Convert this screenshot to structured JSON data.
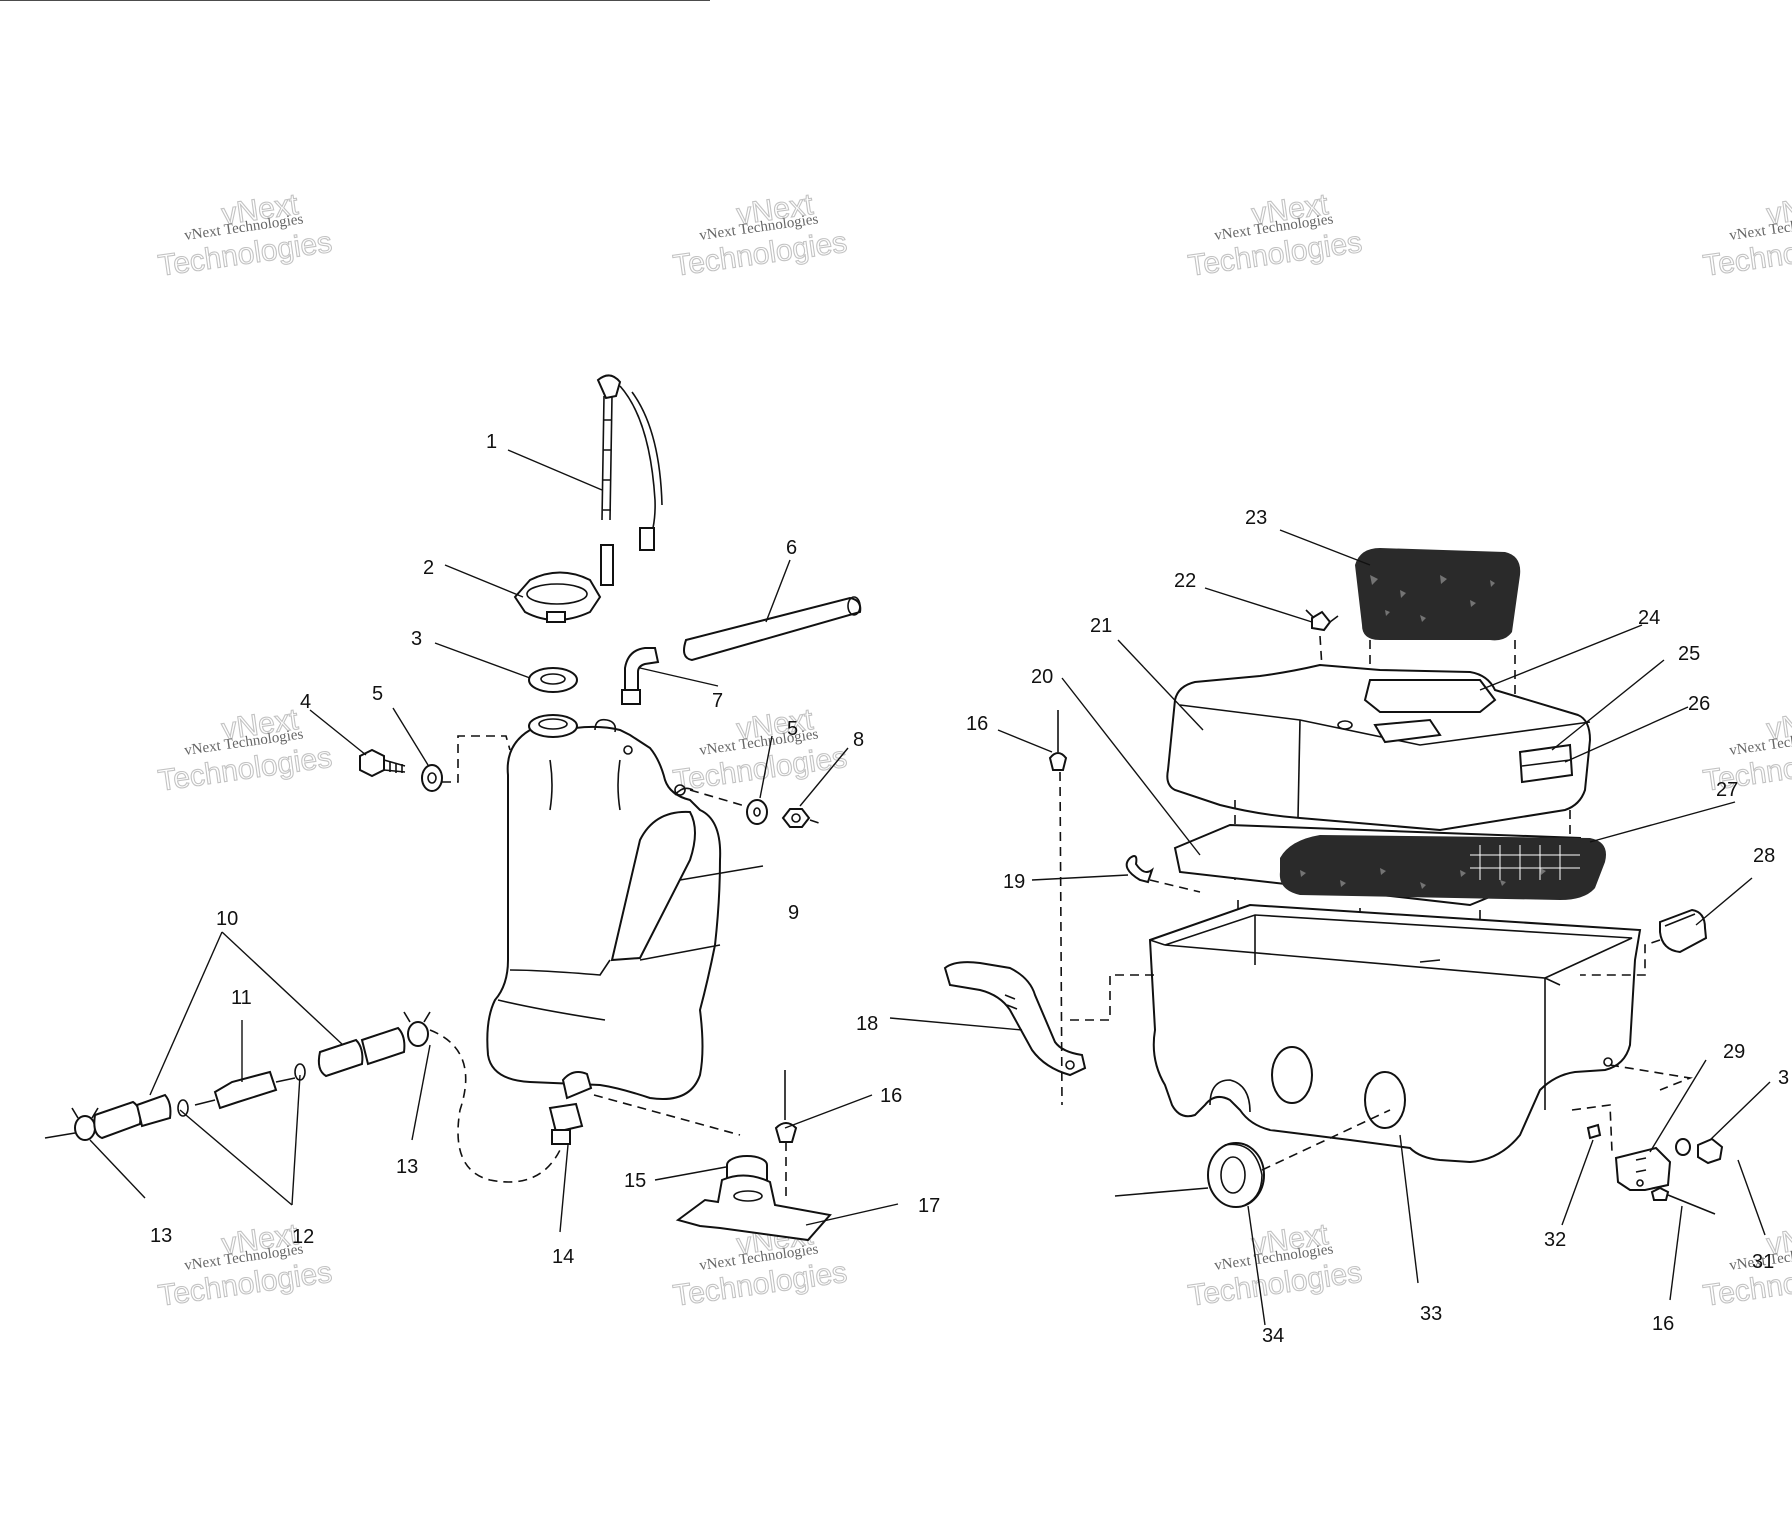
{
  "watermark": {
    "line1": "vNext Technologies",
    "line2a": "vNext",
    "line2b": "Technologies"
  },
  "callouts": {
    "c1": "1",
    "c2": "2",
    "c3": "3",
    "c4": "4",
    "c5a": "5",
    "c5b": "5",
    "c6": "6",
    "c7": "7",
    "c8": "8",
    "c9": "9",
    "c10": "10",
    "c11": "11",
    "c12": "12",
    "c13a": "13",
    "c13b": "13",
    "c14": "14",
    "c15": "15",
    "c16a": "16",
    "c16b": "16",
    "c16c": "16",
    "c17": "17",
    "c18": "18",
    "c19": "19",
    "c20": "20",
    "c21": "21",
    "c22": "22",
    "c23": "23",
    "c24": "24",
    "c25": "25",
    "c26": "26",
    "c27": "27",
    "c28": "28",
    "c29": "29",
    "c30": "3",
    "c31": "31",
    "c32": "32",
    "c33": "33",
    "c34": "34"
  }
}
